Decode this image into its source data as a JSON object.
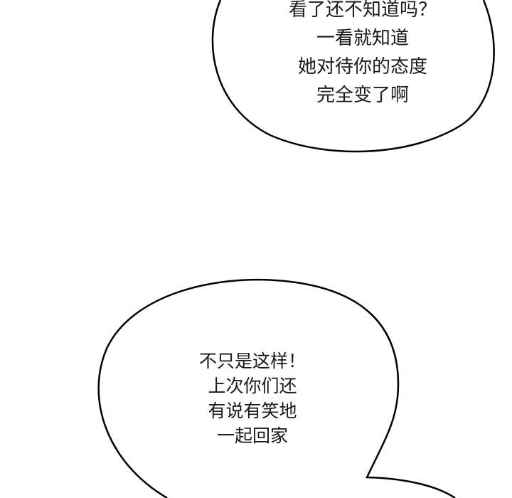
{
  "panel": {
    "background": "#ffffff",
    "outline_color": "#000000",
    "bubbles": [
      {
        "id": "bubble-top",
        "lines": [
          "看了还不知道吗？",
          "一看就知道",
          "她对待你的态度",
          "完全变了啊"
        ]
      },
      {
        "id": "bubble-bottom",
        "lines": [
          "不只是这样！",
          "上次你们还",
          "有说有笑地",
          "一起回家"
        ]
      }
    ]
  }
}
